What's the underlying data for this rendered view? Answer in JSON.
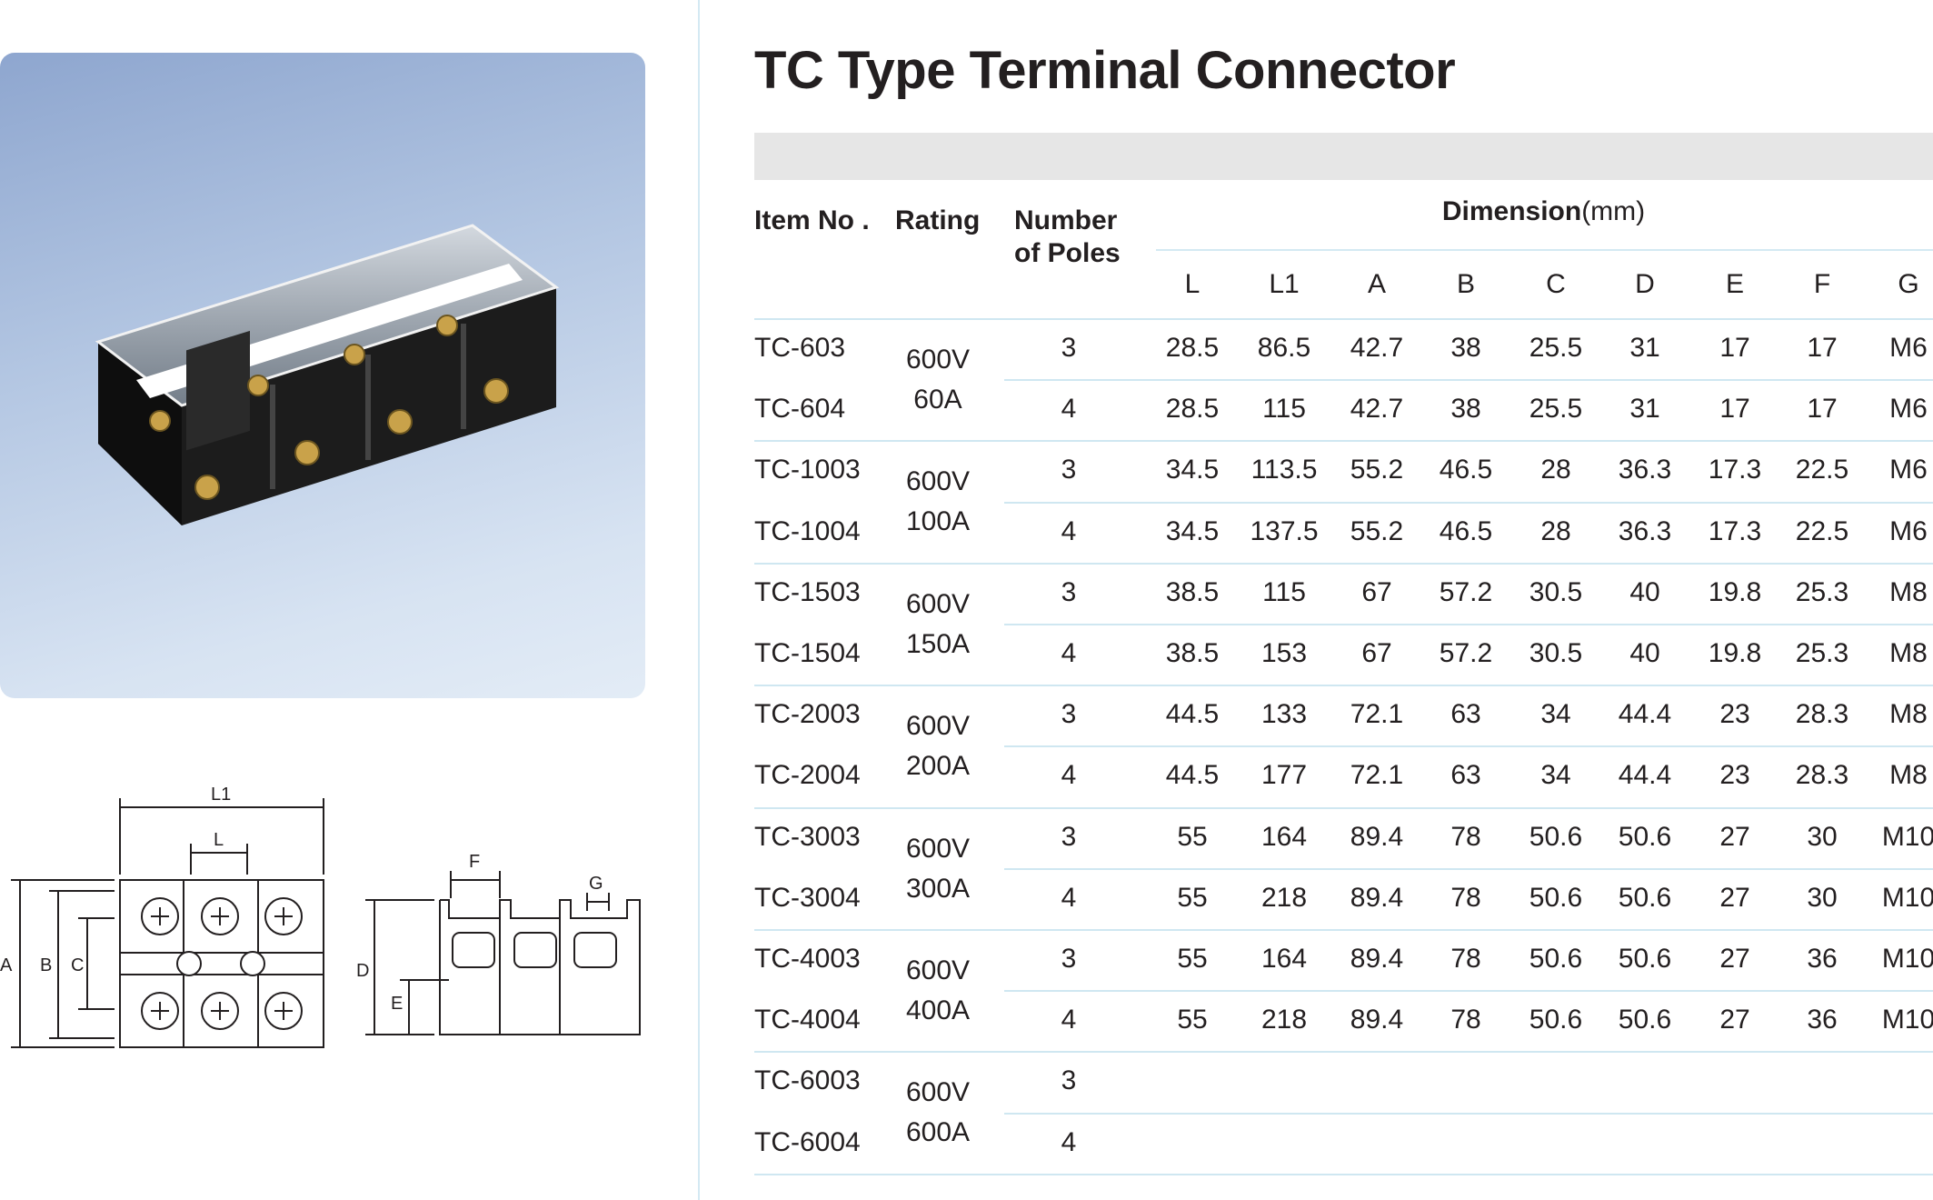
{
  "title": "TC Type Terminal Connector",
  "headers": {
    "item_no": "Item No .",
    "rating": "Rating",
    "poles": [
      "Number",
      "of Poles"
    ],
    "dimension": "Dimension",
    "dimension_unit": "(mm)"
  },
  "dim_columns": [
    "L",
    "L1",
    "A",
    "B",
    "C",
    "D",
    "E",
    "F",
    "G"
  ],
  "groups": [
    {
      "rating": [
        "600V",
        "60A"
      ],
      "rows": [
        {
          "item": "TC-603",
          "poles": "3",
          "dims": [
            "28.5",
            "86.5",
            "42.7",
            "38",
            "25.5",
            "31",
            "17",
            "17",
            "M6"
          ]
        },
        {
          "item": "TC-604",
          "poles": "4",
          "dims": [
            "28.5",
            "115",
            "42.7",
            "38",
            "25.5",
            "31",
            "17",
            "17",
            "M6"
          ]
        }
      ]
    },
    {
      "rating": [
        "600V",
        "100A"
      ],
      "rows": [
        {
          "item": "TC-1003",
          "poles": "3",
          "dims": [
            "34.5",
            "113.5",
            "55.2",
            "46.5",
            "28",
            "36.3",
            "17.3",
            "22.5",
            "M6"
          ]
        },
        {
          "item": "TC-1004",
          "poles": "4",
          "dims": [
            "34.5",
            "137.5",
            "55.2",
            "46.5",
            "28",
            "36.3",
            "17.3",
            "22.5",
            "M6"
          ]
        }
      ]
    },
    {
      "rating": [
        "600V",
        "150A"
      ],
      "rows": [
        {
          "item": "TC-1503",
          "poles": "3",
          "dims": [
            "38.5",
            "115",
            "67",
            "57.2",
            "30.5",
            "40",
            "19.8",
            "25.3",
            "M8"
          ]
        },
        {
          "item": "TC-1504",
          "poles": "4",
          "dims": [
            "38.5",
            "153",
            "67",
            "57.2",
            "30.5",
            "40",
            "19.8",
            "25.3",
            "M8"
          ]
        }
      ]
    },
    {
      "rating": [
        "600V",
        "200A"
      ],
      "rows": [
        {
          "item": "TC-2003",
          "poles": "3",
          "dims": [
            "44.5",
            "133",
            "72.1",
            "63",
            "34",
            "44.4",
            "23",
            "28.3",
            "M8"
          ]
        },
        {
          "item": "TC-2004",
          "poles": "4",
          "dims": [
            "44.5",
            "177",
            "72.1",
            "63",
            "34",
            "44.4",
            "23",
            "28.3",
            "M8"
          ]
        }
      ]
    },
    {
      "rating": [
        "600V",
        "300A"
      ],
      "rows": [
        {
          "item": "TC-3003",
          "poles": "3",
          "dims": [
            "55",
            "164",
            "89.4",
            "78",
            "50.6",
            "50.6",
            "27",
            "30",
            "M10"
          ]
        },
        {
          "item": "TC-3004",
          "poles": "4",
          "dims": [
            "55",
            "218",
            "89.4",
            "78",
            "50.6",
            "50.6",
            "27",
            "30",
            "M10"
          ]
        }
      ]
    },
    {
      "rating": [
        "600V",
        "400A"
      ],
      "rows": [
        {
          "item": "TC-4003",
          "poles": "3",
          "dims": [
            "55",
            "164",
            "89.4",
            "78",
            "50.6",
            "50.6",
            "27",
            "36",
            "M10"
          ]
        },
        {
          "item": "TC-4004",
          "poles": "4",
          "dims": [
            "55",
            "218",
            "89.4",
            "78",
            "50.6",
            "50.6",
            "27",
            "36",
            "M10"
          ]
        }
      ]
    },
    {
      "rating": [
        "600V",
        "600A"
      ],
      "rows": [
        {
          "item": "TC-6003",
          "poles": "3",
          "dims": []
        },
        {
          "item": "TC-6004",
          "poles": "4",
          "dims": []
        }
      ]
    }
  ],
  "drawing_labels": {
    "L1": "L1",
    "L": "L",
    "A": "A",
    "B": "B",
    "C": "C",
    "D": "D",
    "E": "E",
    "F": "F",
    "G": "G"
  }
}
